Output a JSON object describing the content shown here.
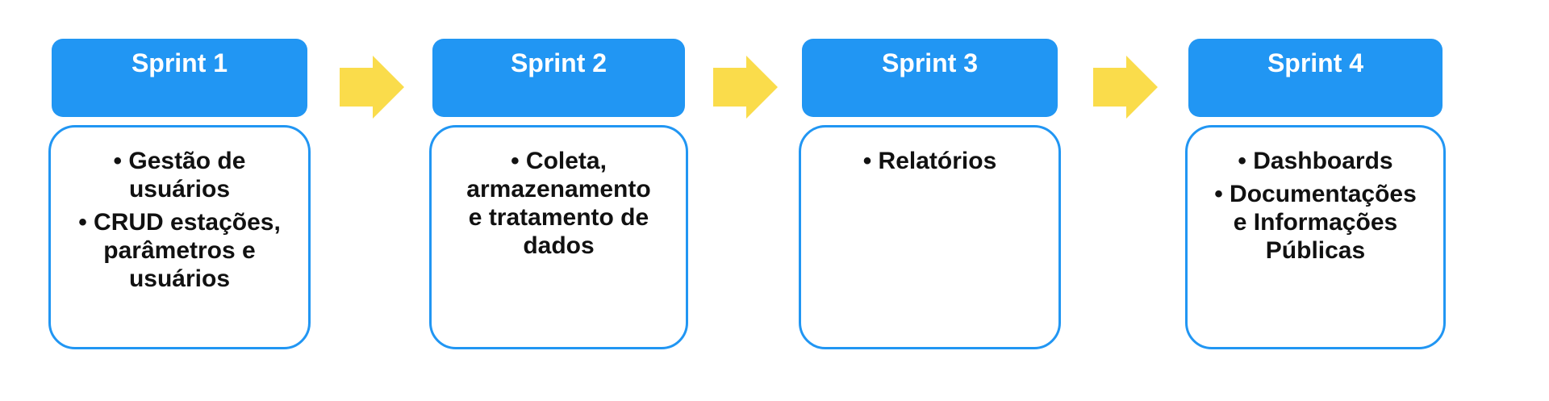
{
  "diagram": {
    "type": "sprint-roadmap-flow",
    "columns": [
      {
        "title": "Sprint 1",
        "items": [
          "• Gestão de\nusuários",
          "• CRUD estações,\nparâmetros e\nusuários"
        ]
      },
      {
        "title": "Sprint 2",
        "items": [
          "• Coleta,\narmazenamento\ne tratamento de\ndados"
        ]
      },
      {
        "title": "Sprint 3",
        "items": [
          "• Relatórios"
        ]
      },
      {
        "title": "Sprint 4",
        "items": [
          "• Dashboards",
          "• Documentações\ne Informações\nPúblicas"
        ]
      }
    ],
    "connector": "right-arrow"
  },
  "colors": {
    "header_bg": "#2196F3",
    "box_border": "#2196F3",
    "arrow_fill": "#FADC4B",
    "title_text": "#FFFFFF",
    "body_text": "#111111",
    "background": "#FFFFFF"
  }
}
